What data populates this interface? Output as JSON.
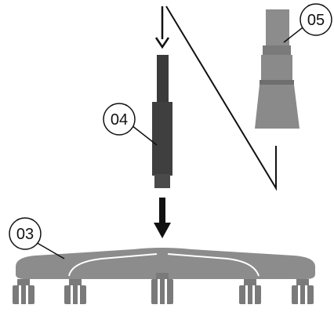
{
  "callouts": {
    "part_03": "03",
    "part_04": "04",
    "part_05": "05"
  },
  "colors": {
    "ink": "#111111",
    "gas_lift_dark": "#3a3a3a",
    "gas_lift_mid": "#4a4a4a",
    "cover_light": "#8a8a8a",
    "cover_mid": "#6e6e6e",
    "base_gray": "#8c8c8c",
    "caster_gray": "#7a7a7a"
  },
  "icons": {
    "arrow_down_1": "arrow-down-icon",
    "arrow_down_2": "arrow-down-icon"
  }
}
